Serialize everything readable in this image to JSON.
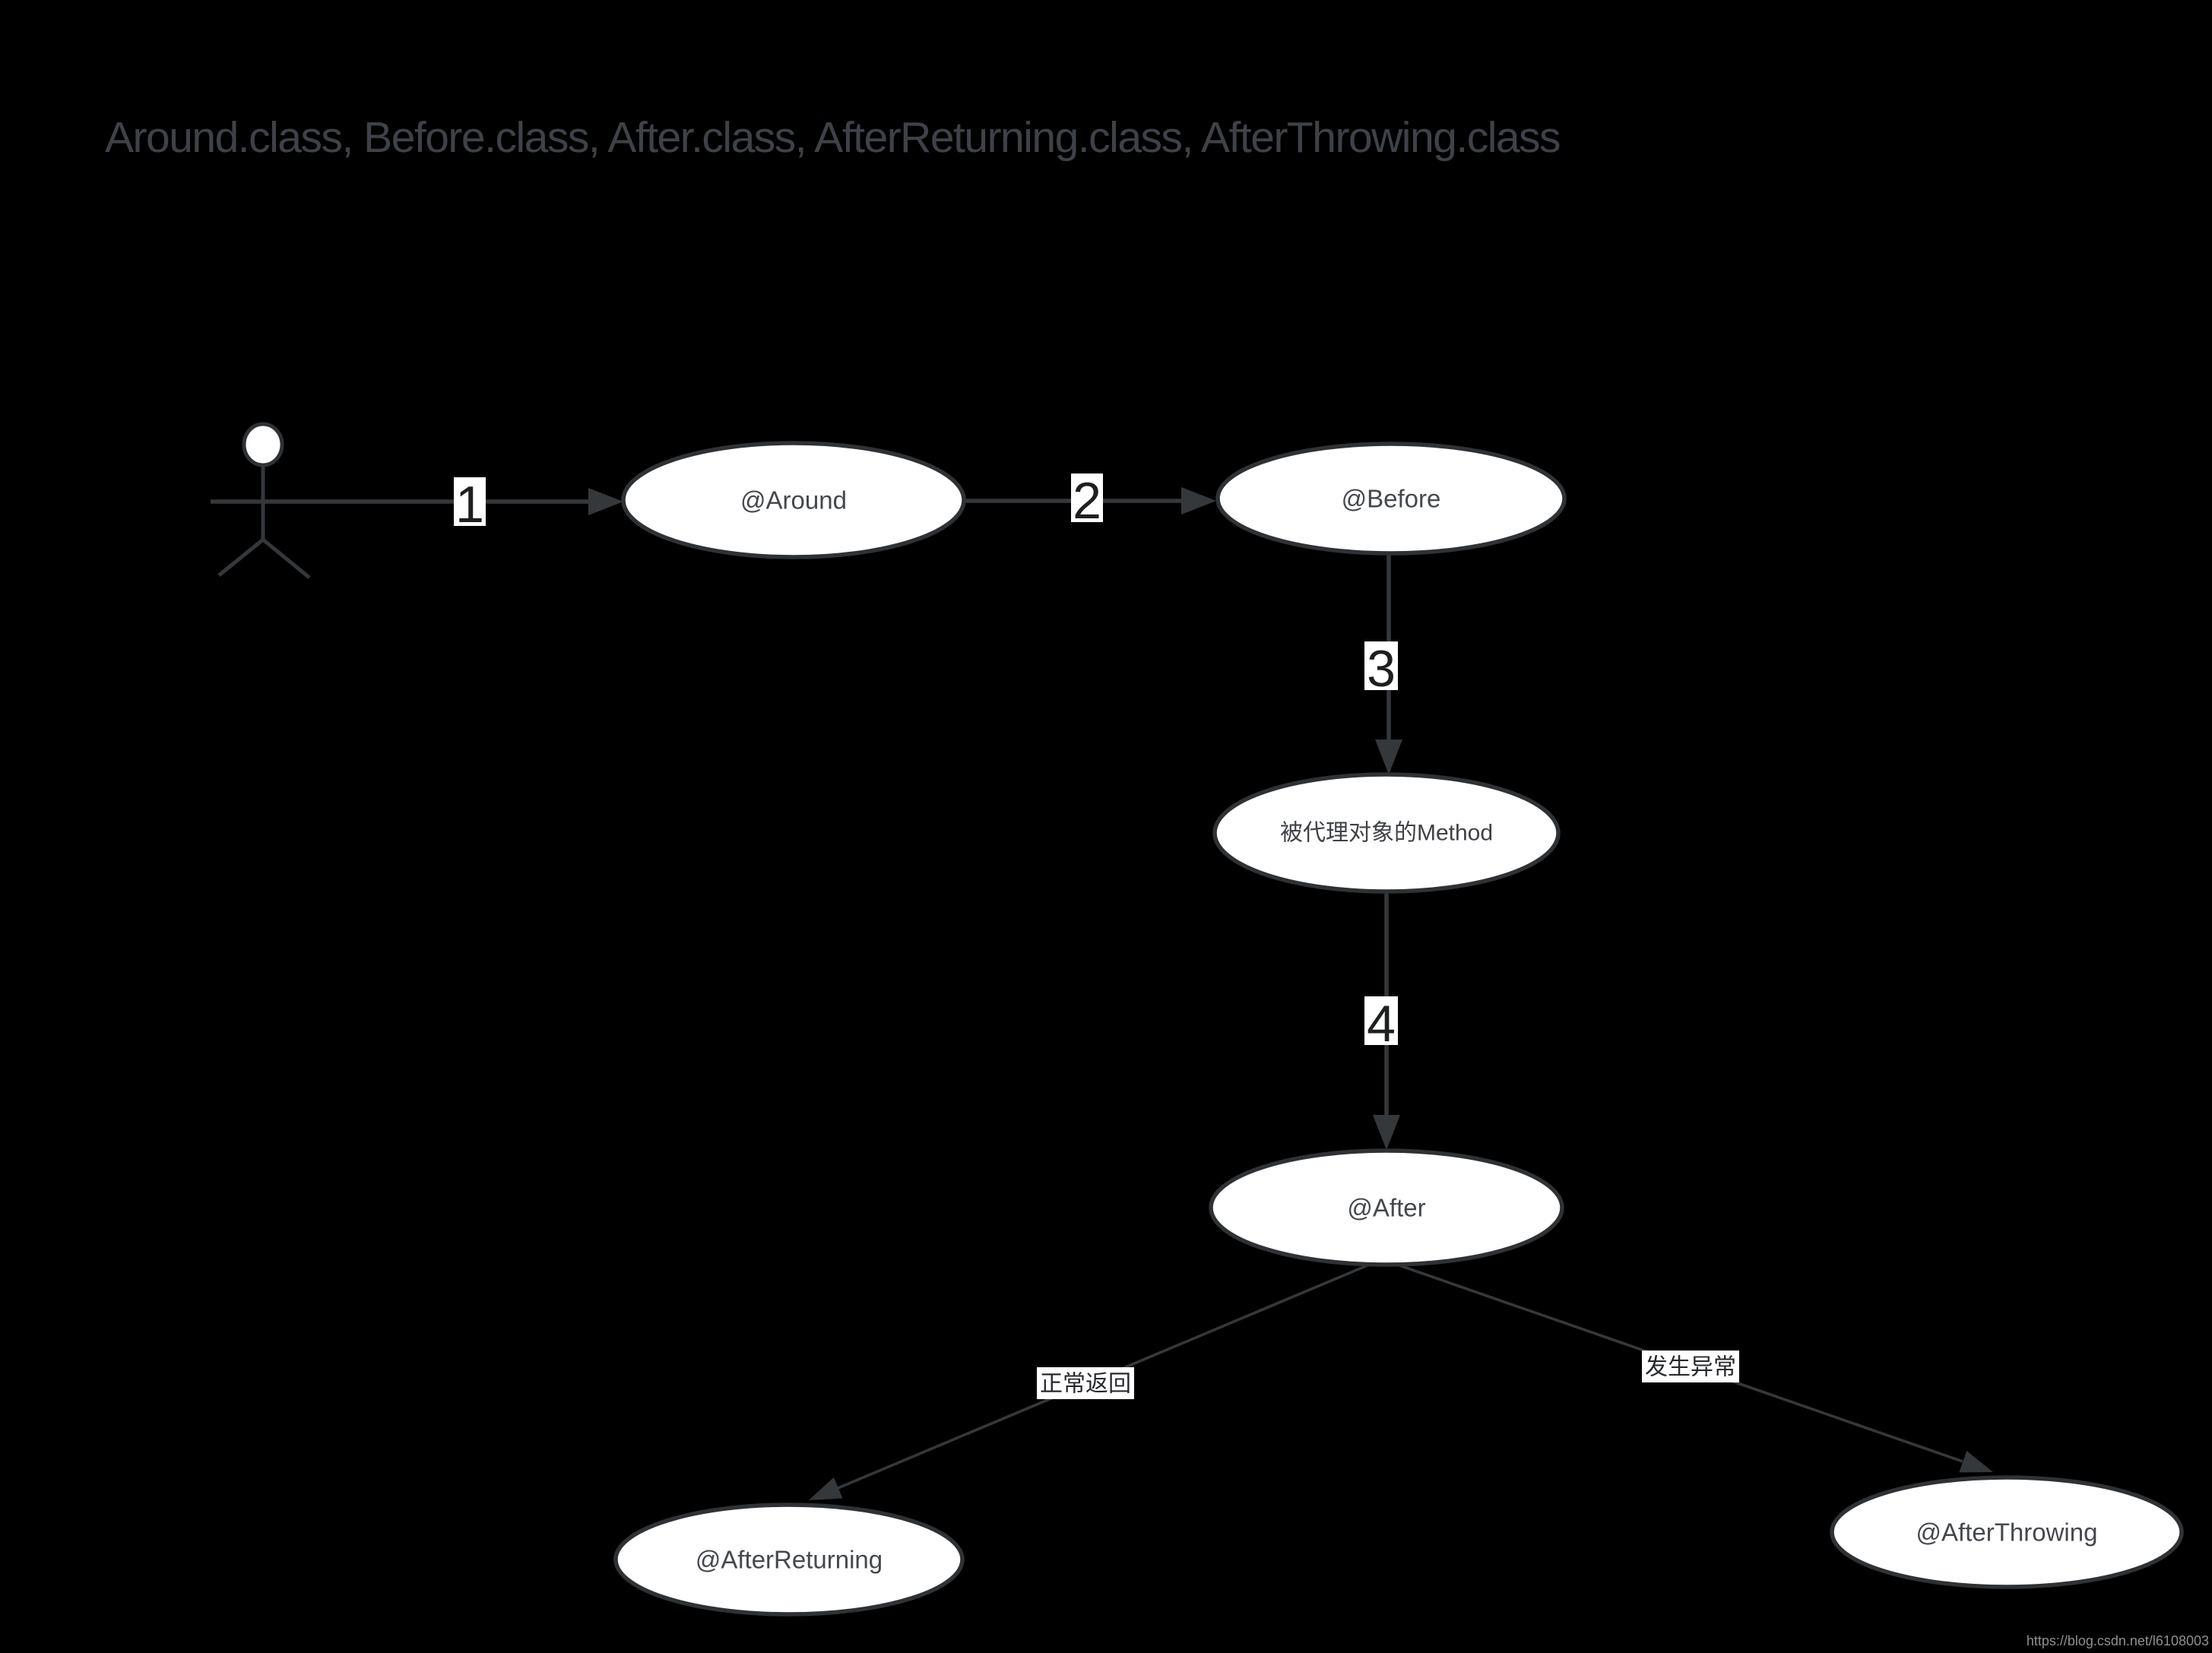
{
  "title": "Around.class, Before.class, After.class, AfterReturning.class, AfterThrowing.class",
  "watermark": "https://blog.csdn.net/l6108003",
  "colors": {
    "background": "#000000",
    "title_text": "#3e4248",
    "node_fill": "#ffffff",
    "node_stroke": "#2f3235",
    "node_text": "#45484d",
    "edge_stroke": "#35383b",
    "label_bg": "#ffffff",
    "label_text": "#1d1f21",
    "watermark_text": "#8f8f8f"
  },
  "actor": {
    "name": "user-actor"
  },
  "nodes": [
    {
      "id": "around",
      "label": "@Around"
    },
    {
      "id": "before",
      "label": "@Before"
    },
    {
      "id": "proxied-method",
      "label": "被代理对象的Method"
    },
    {
      "id": "after",
      "label": "@After"
    },
    {
      "id": "after-returning",
      "label": "@AfterReturning"
    },
    {
      "id": "after-throwing",
      "label": "@AfterThrowing"
    }
  ],
  "edges": [
    {
      "from": "actor",
      "to": "around",
      "label": "1"
    },
    {
      "from": "around",
      "to": "before",
      "label": "2"
    },
    {
      "from": "before",
      "to": "proxied-method",
      "label": "3"
    },
    {
      "from": "proxied-method",
      "to": "after",
      "label": "4"
    },
    {
      "from": "after",
      "to": "after-returning",
      "label": "正常返回"
    },
    {
      "from": "after",
      "to": "after-throwing",
      "label": "发生异常"
    }
  ]
}
